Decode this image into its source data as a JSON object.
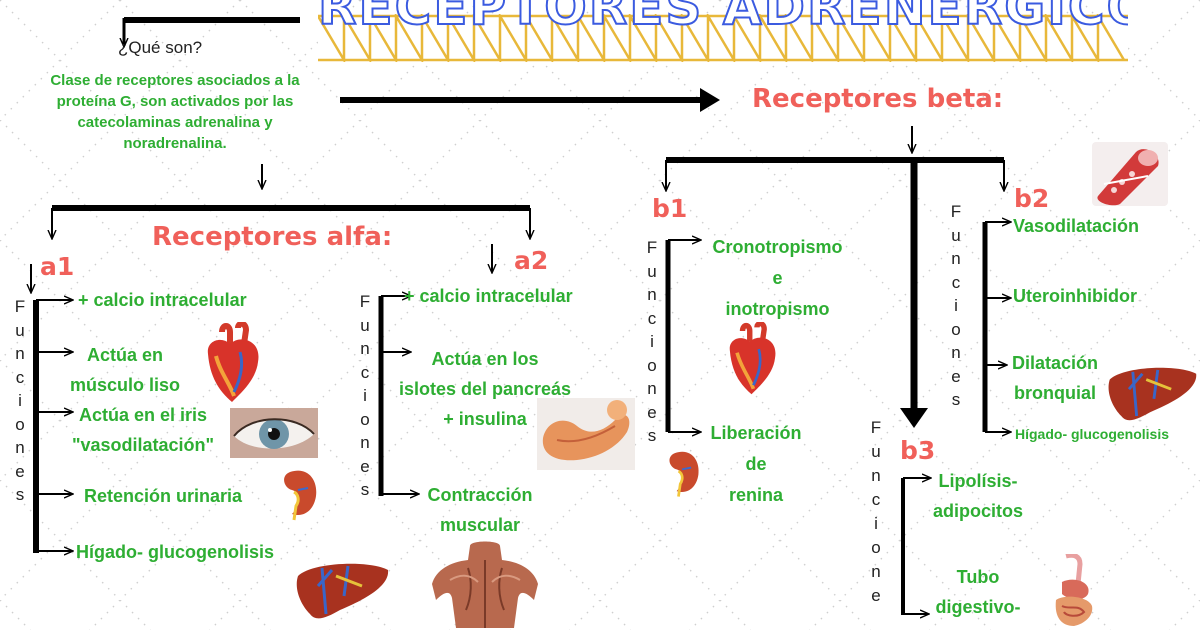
{
  "title": "RECEPTORES ADRENERGICOS",
  "question": "¿Qué son?",
  "definition": [
    "Clase de receptores asociados a la",
    "proteína G, son activados por las",
    "catecolaminas adrenalina  y",
    "noradrenalina."
  ],
  "alpha": {
    "heading": "Receptores alfa:",
    "a1": {
      "label": "a1",
      "vertical": "F\nu\nn\nc\ni\no\nn\ne\ns",
      "functions": [
        "+ calcio intracelular",
        "Actúa en",
        "músculo liso",
        "Actúa en el iris",
        "\"vasodilatación\"",
        "Retención urinaria",
        "Hígado- glucogenolisis"
      ]
    },
    "a2": {
      "label": "a2",
      "vertical": "F\nu\nn\nc\ni\no\nn\ne\ns",
      "functions": [
        "+ calcio intracelular",
        "Actúa en los",
        "islotes del pancreás",
        "+ insulina",
        "Contracción",
        "muscular"
      ]
    }
  },
  "beta": {
    "heading": "Receptores beta:",
    "b1": {
      "label": "b1",
      "vertical": "F\nu\nn\nc\ni\no\nn\ne\ns",
      "functions": [
        "Cronotropismo",
        "e",
        "inotropismo",
        "Liberación",
        "de",
        "renina"
      ]
    },
    "b2": {
      "label": "b2",
      "vertical": "F\nu\nn\nc\ni\no\nn\ne\ns",
      "functions": [
        "Vasodilatación",
        "Uteroinhibidor",
        "Dilatación",
        "bronquial",
        "Hígado- glucogenolisis"
      ]
    },
    "b3": {
      "label": "b3",
      "vertical": "F\nu\nn\nc\ni\no\nn\ne",
      "functions": [
        "Lipolísis-",
        "adipocitos",
        "Tubo",
        "digestivo-"
      ]
    }
  },
  "colors": {
    "green": "#2eae33",
    "red": "#f0605a",
    "title_outline": "#3b5be0",
    "title_band": "#e8b83a",
    "line": "#000000"
  },
  "icons": [
    "heart-icon",
    "eye-icon",
    "kidney-icon",
    "liver-icon",
    "pancreas-icon",
    "back-muscles-icon",
    "blood-vessel-icon",
    "digestive-system-icon"
  ]
}
